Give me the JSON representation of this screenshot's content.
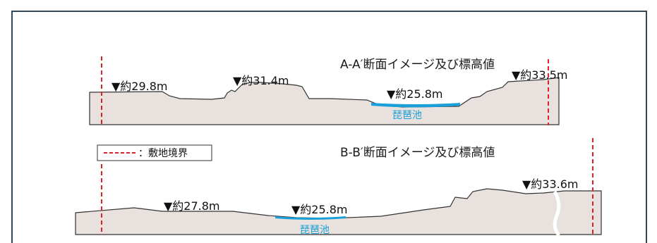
{
  "sections": [
    {
      "title": "A-A′断面イメージ及び標高値",
      "elevations": [
        "▼約29.8m",
        "▼約31.4m",
        "▼約25.8m",
        "▼約33.5m"
      ],
      "pond_label": "琵琶池"
    },
    {
      "title": "B-B′断面イメージ及び標高値",
      "elevations": [
        "▼約27.8m",
        "▼約25.8m",
        "▼約33.6m"
      ],
      "pond_label": "琵琶池"
    }
  ],
  "legend": {
    "label": "：敷地境界"
  },
  "colors": {
    "ground": "#e8e1dd",
    "ground_outline": "#333333",
    "water": "#1aa0d8",
    "boundary": "#e0212b",
    "border": "#33475b"
  }
}
